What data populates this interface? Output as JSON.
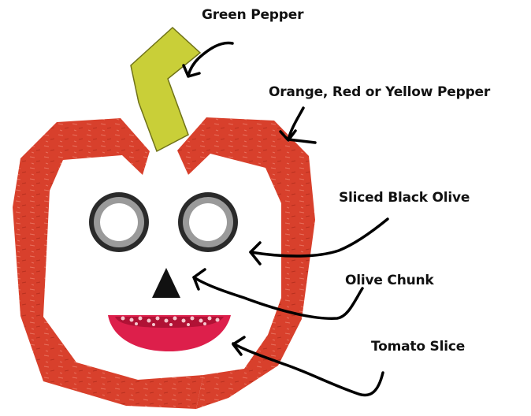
{
  "labels": {
    "green_pepper": "Green Pepper",
    "outer_pepper": "Orange, Red or Yellow Pepper",
    "sliced_olive": "Sliced Black Olive",
    "olive_chunk": "Olive Chunk",
    "tomato_slice": "Tomato Slice"
  },
  "colors": {
    "background": "#ffffff",
    "pepper_red": "#d8402c",
    "pepper_dark": "#b9301f",
    "stem_green": "#c9cf38",
    "stem_outline": "#6f7218",
    "olive_black": "#2a2a2a",
    "olive_gray": "#9a9a9a",
    "olive_center": "#ffffff",
    "tomato_red": "#dd1f4b",
    "tomato_seeds": "#f5c8cf",
    "arrow_black": "#000000"
  }
}
